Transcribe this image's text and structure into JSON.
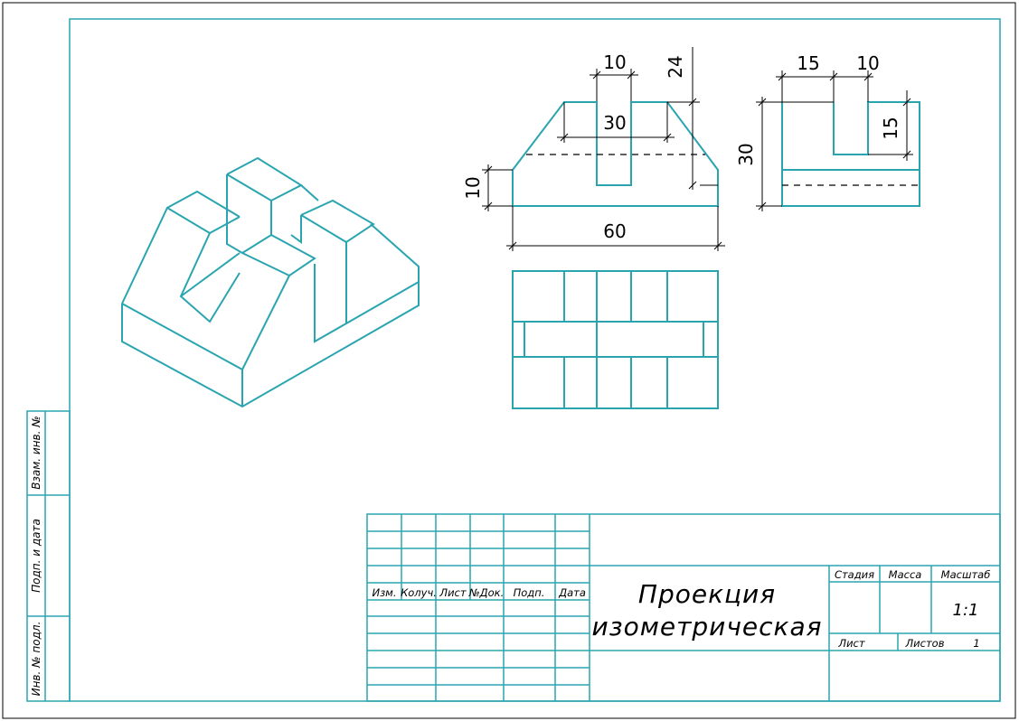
{
  "drawing": {
    "title_line1": "Проекция",
    "title_line2": "изометрическая",
    "scale_value": "1:1",
    "sheets_value": "1"
  },
  "title_block": {
    "headers": {
      "izm": "Изм.",
      "kol_uch": "Колуч.",
      "list": "Лист",
      "doc_no": "№Док.",
      "podp": "Подп.",
      "data": "Дата"
    },
    "stage_label": "Стадия",
    "mass_label": "Масса",
    "scale_label": "Масштаб",
    "sheet_label": "Лист",
    "sheets_label": "Листов"
  },
  "side_block": {
    "vzam_inv": "Взам. инв. №",
    "podp_data": "Подп. и дата",
    "inv_podl": "Инв. № подл."
  },
  "dimensions": {
    "front_top_slot": "10",
    "front_height": "24",
    "front_top_width": "30",
    "front_base_height": "10",
    "front_width": "60",
    "side_left": "15",
    "side_slot": "10",
    "side_slot_depth": "15",
    "side_height": "30"
  },
  "colors": {
    "visible_line": "#2aa5b0",
    "frame_line": "#000000"
  }
}
